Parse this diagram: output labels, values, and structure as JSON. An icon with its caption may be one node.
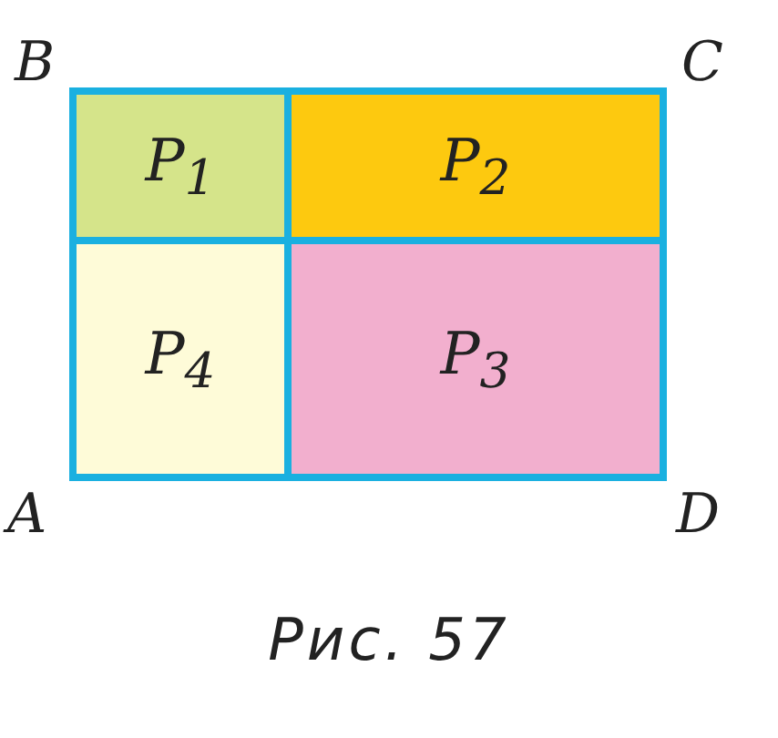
{
  "diagram": {
    "caption": "Рис. 57",
    "nodes": [
      {
        "text": [
          "P$_{1}$"
        ]
      },
      {
        "text": [
          "P$_{2}$"
        ]
      },
      {
        "text": [
          "P$_{4}$"
        ]
      },
      {
        "text": [
          "P$_{3}$"
        ]
      }
    ],
    "labels": [
      "B",
      "C",
      "A",
      "D"
    ]
  }
}
